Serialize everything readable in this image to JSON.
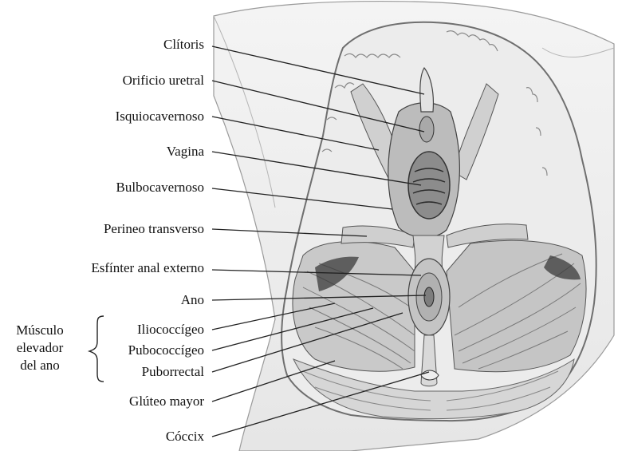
{
  "labels": {
    "clitoris": "Clítoris",
    "orificio_uretral": "Orificio uretral",
    "isquiocavernoso": "Isquiocavernoso",
    "vagina": "Vagina",
    "bulbocavernoso": "Bulbocavernoso",
    "perineo_transverso": "Perineo transverso",
    "esfinter_anal_externo": "Esfínter anal externo",
    "ano": "Ano",
    "iliococcigeo": "Iliococcígeo",
    "pubococcigeo": "Pubococcígeo",
    "puborrectal": "Puborrectal",
    "gluteo_mayor": "Glúteo mayor",
    "coccix": "Cóccix"
  },
  "group": {
    "line1": "Músculo",
    "line2": "elevador",
    "line3": "del ano"
  }
}
